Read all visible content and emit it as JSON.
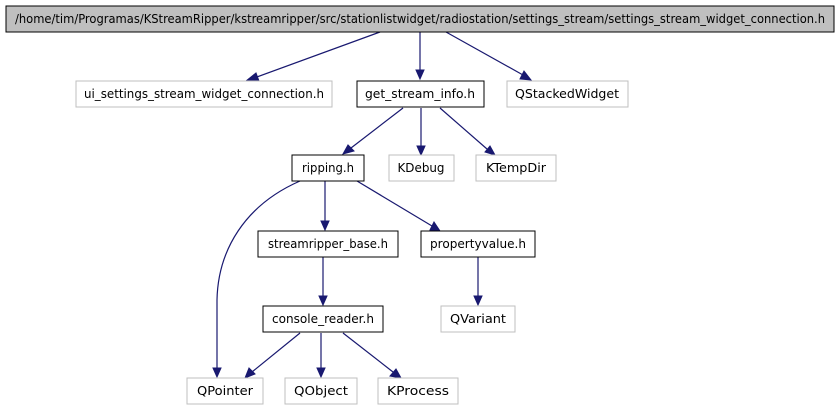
{
  "colors": {
    "edge": "#191970",
    "root_fill": "#bfbfbf",
    "root_border": "#000000",
    "documented_border": "#000000",
    "external_border": "#bfbfbf",
    "box_fill": "#ffffff"
  },
  "nodes": {
    "root": {
      "label": "/home/tim/Programas/KStreamRipper/kstreamripper/src/stationlistwidget/radiostation/settings_stream/settings_stream_widget_connection.h",
      "kind": "root"
    },
    "ui_settings": {
      "label": "ui_settings_stream_widget_connection.h",
      "kind": "external"
    },
    "get_stream_info": {
      "label": "get_stream_info.h",
      "kind": "documented"
    },
    "qstackedwidget": {
      "label": "QStackedWidget",
      "kind": "external"
    },
    "ripping": {
      "label": "ripping.h",
      "kind": "documented"
    },
    "kdebug": {
      "label": "KDebug",
      "kind": "external"
    },
    "ktempdir": {
      "label": "KTempDir",
      "kind": "external"
    },
    "streamripper_base": {
      "label": "streamripper_base.h",
      "kind": "documented"
    },
    "propertyvalue": {
      "label": "propertyvalue.h",
      "kind": "documented"
    },
    "console_reader": {
      "label": "console_reader.h",
      "kind": "documented"
    },
    "qvariant": {
      "label": "QVariant",
      "kind": "external"
    },
    "qpointer": {
      "label": "QPointer",
      "kind": "external"
    },
    "qobject": {
      "label": "QObject",
      "kind": "external"
    },
    "kprocess": {
      "label": "KProcess",
      "kind": "external"
    }
  },
  "edges": [
    {
      "from": "root",
      "to": "ui_settings"
    },
    {
      "from": "root",
      "to": "get_stream_info"
    },
    {
      "from": "root",
      "to": "qstackedwidget"
    },
    {
      "from": "get_stream_info",
      "to": "ripping"
    },
    {
      "from": "get_stream_info",
      "to": "kdebug"
    },
    {
      "from": "get_stream_info",
      "to": "ktempdir"
    },
    {
      "from": "ripping",
      "to": "streamripper_base"
    },
    {
      "from": "ripping",
      "to": "propertyvalue"
    },
    {
      "from": "ripping",
      "to": "qpointer"
    },
    {
      "from": "streamripper_base",
      "to": "console_reader"
    },
    {
      "from": "propertyvalue",
      "to": "qvariant"
    },
    {
      "from": "console_reader",
      "to": "qpointer"
    },
    {
      "from": "console_reader",
      "to": "qobject"
    },
    {
      "from": "console_reader",
      "to": "kprocess"
    }
  ]
}
